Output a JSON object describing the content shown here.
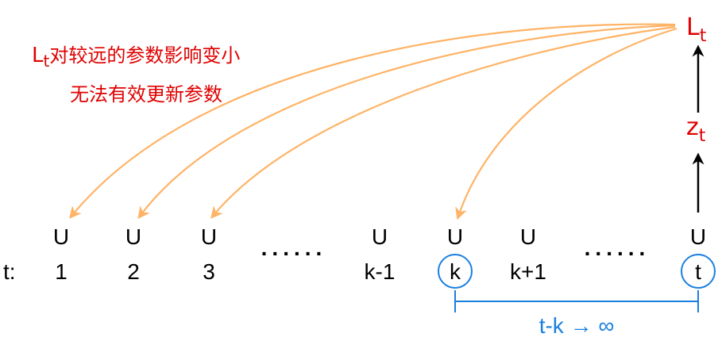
{
  "annotation": {
    "loss_symbol": "L",
    "loss_sub": "t",
    "line1": "对较远的参数影响变小",
    "line2": "无法有效更新参数"
  },
  "top": {
    "loss_symbol": "L",
    "loss_sub": "t",
    "z_symbol": "z",
    "z_sub": "t"
  },
  "time_prefix": "t:",
  "nodes": [
    {
      "unit": "U",
      "time": "1"
    },
    {
      "unit": "U",
      "time": "2"
    },
    {
      "unit": "U",
      "time": "3"
    },
    {
      "unit": "U",
      "time": "k-1"
    },
    {
      "unit": "U",
      "time": "k"
    },
    {
      "unit": "U",
      "time": "k+1"
    },
    {
      "unit": "U",
      "time": "t"
    }
  ],
  "ellipsis": "......",
  "distance_label": "t-k → ∞",
  "colors": {
    "gradient_arrow": "#FFB366",
    "red": "#e00000",
    "blue": "#1a7fe0"
  }
}
